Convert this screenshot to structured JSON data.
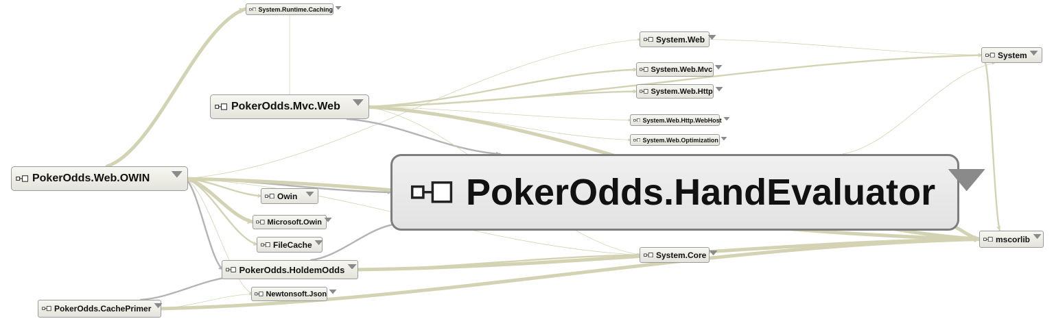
{
  "diagram": {
    "edge_colors": {
      "uses": "#d3d3b4",
      "internal": "#b4b4b4"
    },
    "nodes": [
      {
        "id": "caching",
        "label": "System.Runtime.Caching"
      },
      {
        "id": "sysweb",
        "label": "System.Web"
      },
      {
        "id": "system",
        "label": "System"
      },
      {
        "id": "mvc",
        "label": "System.Web.Mvc"
      },
      {
        "id": "http",
        "label": "System.Web.Http"
      },
      {
        "id": "webhost",
        "label": "System.Web.Http.WebHost"
      },
      {
        "id": "optim",
        "label": "System.Web.Optimization"
      },
      {
        "id": "mvcweb",
        "label": "PokerOdds.Mvc.Web"
      },
      {
        "id": "owinweb",
        "label": "PokerOdds.Web.OWIN"
      },
      {
        "id": "handeval",
        "label": "PokerOdds.HandEvaluator"
      },
      {
        "id": "owin",
        "label": "Owin"
      },
      {
        "id": "msowin",
        "label": "Microsoft.Owin"
      },
      {
        "id": "filecache",
        "label": "FileCache"
      },
      {
        "id": "holdem",
        "label": "PokerOdds.HoldemOdds"
      },
      {
        "id": "syscore",
        "label": "System.Core"
      },
      {
        "id": "mscorlib",
        "label": "mscorlib"
      },
      {
        "id": "newtonsoft",
        "label": "Newtonsoft.Json"
      },
      {
        "id": "cacheprimer",
        "label": "PokerOdds.CachePrimer"
      }
    ],
    "edges": [
      {
        "from": "owinweb",
        "to": "caching",
        "weight": "heavy",
        "kind": "uses"
      },
      {
        "from": "owinweb",
        "to": "sysweb",
        "weight": "thin",
        "kind": "uses"
      },
      {
        "from": "owinweb",
        "to": "owin",
        "weight": "medium",
        "kind": "uses"
      },
      {
        "from": "owinweb",
        "to": "msowin",
        "weight": "heavy",
        "kind": "uses"
      },
      {
        "from": "owinweb",
        "to": "filecache",
        "weight": "medium",
        "kind": "uses"
      },
      {
        "from": "owinweb",
        "to": "holdem",
        "weight": "medium",
        "kind": "internal"
      },
      {
        "from": "owinweb",
        "to": "handeval",
        "weight": "medium",
        "kind": "internal"
      },
      {
        "from": "owinweb",
        "to": "mscorlib",
        "weight": "heavy",
        "kind": "uses"
      },
      {
        "from": "owinweb",
        "to": "syscore",
        "weight": "thin",
        "kind": "uses"
      },
      {
        "from": "owinweb",
        "to": "newtonsoft",
        "weight": "thin",
        "kind": "uses"
      },
      {
        "from": "mvcweb",
        "to": "caching",
        "weight": "thin",
        "kind": "uses"
      },
      {
        "from": "mvcweb",
        "to": "system",
        "weight": "medium",
        "kind": "uses"
      },
      {
        "from": "mvcweb",
        "to": "mvc",
        "weight": "medium",
        "kind": "uses"
      },
      {
        "from": "mvcweb",
        "to": "http",
        "weight": "medium",
        "kind": "uses"
      },
      {
        "from": "mvcweb",
        "to": "webhost",
        "weight": "thin",
        "kind": "uses"
      },
      {
        "from": "mvcweb",
        "to": "optim",
        "weight": "thin",
        "kind": "uses"
      },
      {
        "from": "mvcweb",
        "to": "handeval",
        "weight": "medium",
        "kind": "internal"
      },
      {
        "from": "mvcweb",
        "to": "mscorlib",
        "weight": "heavy",
        "kind": "uses"
      },
      {
        "from": "mvcweb",
        "to": "syscore",
        "weight": "thin",
        "kind": "uses"
      },
      {
        "from": "holdem",
        "to": "handeval",
        "weight": "medium",
        "kind": "internal"
      },
      {
        "from": "holdem",
        "to": "mscorlib",
        "weight": "heavy",
        "kind": "uses"
      },
      {
        "from": "holdem",
        "to": "syscore",
        "weight": "medium",
        "kind": "uses"
      },
      {
        "from": "handeval",
        "to": "mscorlib",
        "weight": "heavy",
        "kind": "uses"
      },
      {
        "from": "handeval",
        "to": "system",
        "weight": "thin",
        "kind": "uses"
      },
      {
        "from": "cacheprimer",
        "to": "holdem",
        "weight": "medium",
        "kind": "internal"
      },
      {
        "from": "cacheprimer",
        "to": "mscorlib",
        "weight": "heavy",
        "kind": "uses"
      },
      {
        "from": "cacheprimer",
        "to": "newtonsoft",
        "weight": "thin",
        "kind": "uses"
      },
      {
        "from": "sysweb",
        "to": "system",
        "weight": "thin",
        "kind": "uses"
      },
      {
        "from": "system",
        "to": "mscorlib",
        "weight": "medium",
        "kind": "uses"
      }
    ]
  }
}
